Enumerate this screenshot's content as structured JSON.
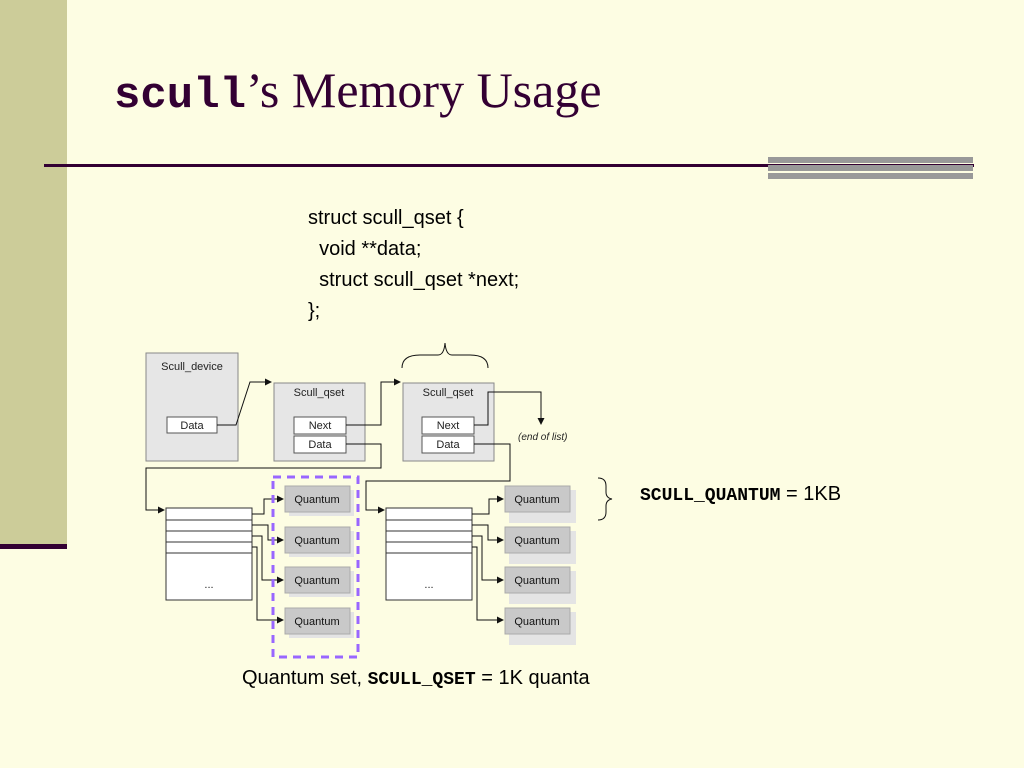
{
  "title": {
    "mono": "scull",
    "rest": "’s Memory Usage"
  },
  "code": [
    "struct scull_qset {",
    "  void **data;",
    "  struct scull_qset *next;",
    "};"
  ],
  "diagram": {
    "device": {
      "title": "Scull_device",
      "field": "Data"
    },
    "qsets": [
      {
        "title": "Scull_qset",
        "next": "Next",
        "data": "Data"
      },
      {
        "title": "Scull_qset",
        "next": "Next",
        "data": "Data"
      }
    ],
    "end_label": "(end of list)",
    "ellipsis": "...",
    "quantum_label": "Quantum"
  },
  "notes": {
    "quantum_name": "SCULL_QUANTUM",
    "quantum_rest": " = 1KB",
    "qset_prefix": "Quantum set, ",
    "qset_name": "SCULL_QSET",
    "qset_rest": " = 1K quanta"
  },
  "colors": {
    "title": "#330033",
    "sidebar": "#cccc99",
    "selection": "#9966ff",
    "background": "#fdfde3"
  }
}
